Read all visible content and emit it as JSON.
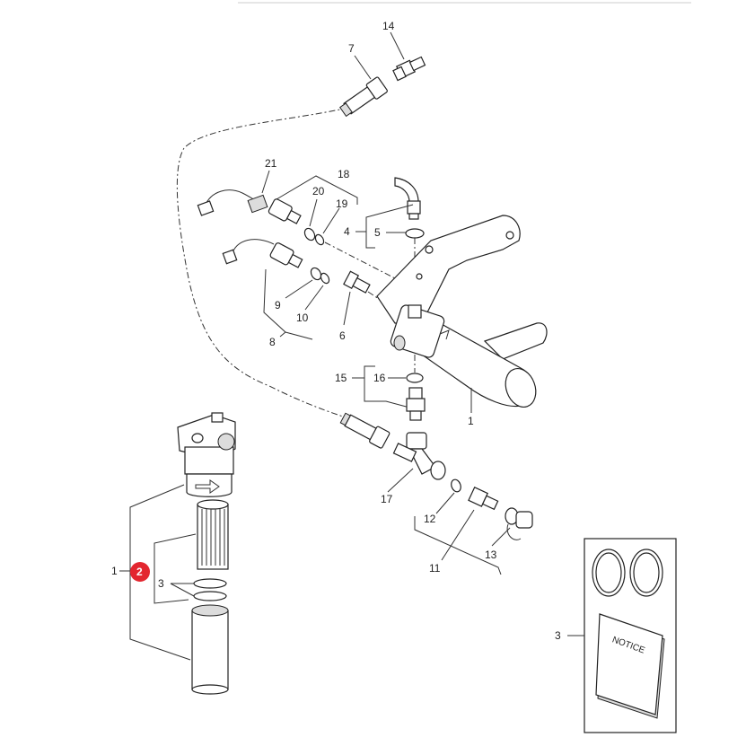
{
  "labels": {
    "l14": "14",
    "l7": "7",
    "l21": "21",
    "l18": "18",
    "l20": "20",
    "l19": "19",
    "l4": "4",
    "l5": "5",
    "l9": "9",
    "l10": "10",
    "l6": "6",
    "l8": "8",
    "l15": "15",
    "l16": "16",
    "l1a": "1",
    "l17": "17",
    "l12": "12",
    "l11": "11",
    "l13": "13",
    "l1b": "1",
    "l3a": "3",
    "l3b": "3"
  },
  "highlight": {
    "label": "2",
    "color": "#e3262f"
  },
  "notice": {
    "text": "NOTICE"
  }
}
